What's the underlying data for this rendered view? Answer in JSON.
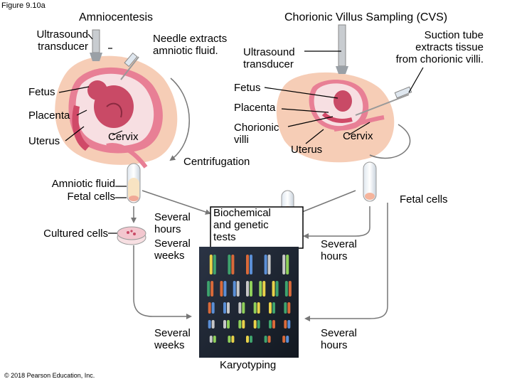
{
  "figure_label": "Figure 9.10a",
  "amniocentesis": {
    "title": "Amniocentesis",
    "ultrasound_transducer": "Ultrasound\ntransducer",
    "needle_extracts": "Needle extracts\namniotic fluid.",
    "fetus": "Fetus",
    "placenta": "Placenta",
    "uterus": "Uterus",
    "cervix": "Cervix",
    "amniotic_fluid": "Amniotic fluid",
    "fetal_cells": "Fetal cells",
    "cultured_cells": "Cultured cells"
  },
  "cvs": {
    "title": "Chorionic Villus Sampling (CVS)",
    "suction_tube": "Suction tube\nextracts tissue\nfrom chorionic villi.",
    "ultrasound_transducer": "Ultrasound\ntransducer",
    "fetus": "Fetus",
    "placenta": "Placenta",
    "chorionic_villi": "Chorionic\nvilli",
    "uterus": "Uterus",
    "cervix": "Cervix",
    "fetal_cells": "Fetal cells"
  },
  "steps": {
    "centrifugation": "Centrifugation",
    "several_hours": "Several\nhours",
    "several_weeks": "Several\nweeks",
    "biochemical_tests": "Biochemical\nand genetic\ntests",
    "several_weeks_karyo": "Several\nweeks",
    "cvs_several_hours_1": "Several\nhours",
    "cvs_several_hours_2": "Several\nhours",
    "karyotyping": "Karyotyping"
  },
  "copyright": "© 2018 Pearson Education, Inc.",
  "colors": {
    "skin": "#f6cdb6",
    "uterus_wall": "#e87f95",
    "placenta": "#d04a68",
    "fetus": "#c94a66",
    "amniotic_fluid": "#f7dfe2",
    "karyotype_bg": "#1b2330",
    "tube_liquid": "#f5b49c",
    "arrow_gray": "#777777"
  }
}
